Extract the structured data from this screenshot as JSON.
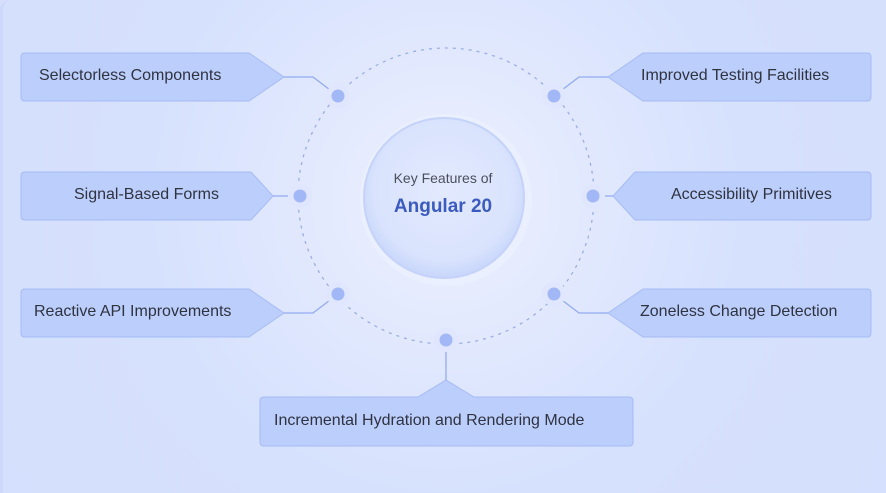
{
  "center": {
    "subtitle": "Key Features of",
    "title": "Angular 20"
  },
  "features": [
    {
      "label": "Selectorless Components",
      "side": "left"
    },
    {
      "label": "Signal-Based Forms",
      "side": "left"
    },
    {
      "label": "Reactive API Improvements",
      "side": "left"
    },
    {
      "label": "Improved Testing Facilities",
      "side": "right"
    },
    {
      "label": "Accessibility Primitives",
      "side": "right"
    },
    {
      "label": "Zoneless Change Detection",
      "side": "right"
    },
    {
      "label": "Incremental Hydration and Rendering Mode",
      "side": "bottom"
    }
  ],
  "colors": {
    "background": "#d6e0fc",
    "box_fill": "#bccefb",
    "box_stroke": "#9fb6f5",
    "node": "#a2b8f6",
    "accent_text": "#3c5bbf"
  }
}
